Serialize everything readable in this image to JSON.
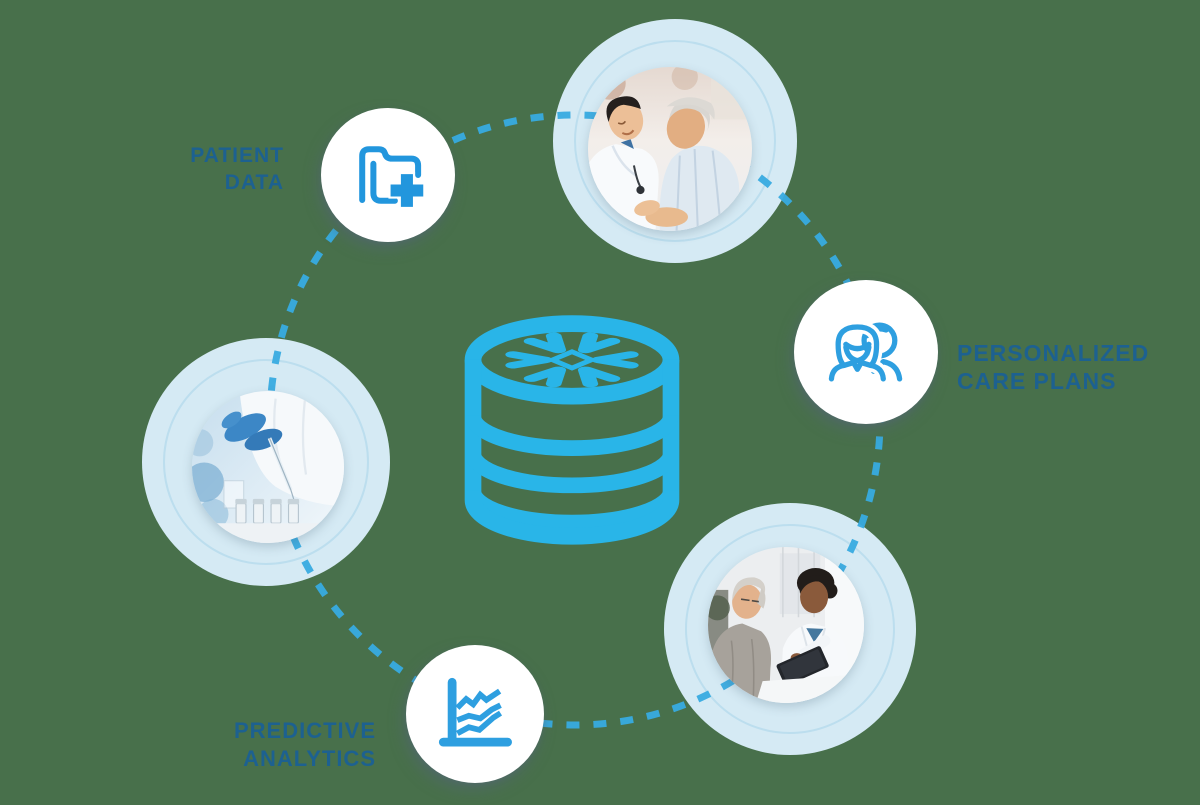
{
  "diagram": {
    "type": "circular-flow-infographic",
    "center_icon": "snowflake-database",
    "labels": {
      "patient_data": {
        "line1": "PATIENT",
        "line2": "DATA"
      },
      "personalized_care": {
        "line1": "PERSONALIZED",
        "line2": "CARE PLANS"
      },
      "predictive_analytics": {
        "line1": "PREDICTIVE",
        "line2": "ANALYTICS"
      }
    },
    "nodes": [
      {
        "id": "patient-data",
        "kind": "icon",
        "icon": "folder-plus-icon",
        "label": "PATIENT DATA"
      },
      {
        "id": "doctor-elderly-patient",
        "kind": "photo"
      },
      {
        "id": "personalized-care-plans",
        "kind": "icon",
        "icon": "two-people-icon",
        "label": "PERSONALIZED CARE PLANS"
      },
      {
        "id": "clinician-tablet-consult",
        "kind": "photo"
      },
      {
        "id": "predictive-analytics",
        "kind": "icon",
        "icon": "line-chart-icon",
        "label": "PREDICTIVE ANALYTICS"
      },
      {
        "id": "lab-research",
        "kind": "photo"
      }
    ],
    "photos": {
      "top": {
        "description": "Doctor consulting an elderly patient"
      },
      "left": {
        "description": "Gloved lab technician pipetting samples into vials"
      },
      "bottom_right": {
        "description": "Clinician reviewing a tablet with an older woman"
      }
    },
    "colors": {
      "background_green": "#48704B",
      "snowflake_blue": "#29B5E8",
      "icon_blue": "#2296DD",
      "dash_blue": "#38ABE0",
      "label_blue": "#1D6190",
      "pale_circle": "#D5EAF4",
      "white_circle": "#FFFFFF"
    }
  }
}
